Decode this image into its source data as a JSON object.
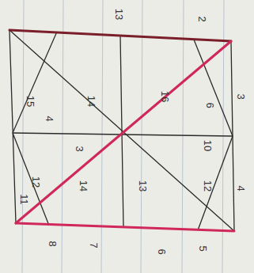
{
  "diagram": {
    "labels": [
      "13",
      "2",
      "15",
      "4",
      "14",
      "16",
      "6",
      "12",
      "3",
      "10",
      "11",
      "14",
      "13",
      "12",
      "8",
      "7",
      "6",
      "5",
      "3",
      "4"
    ]
  }
}
